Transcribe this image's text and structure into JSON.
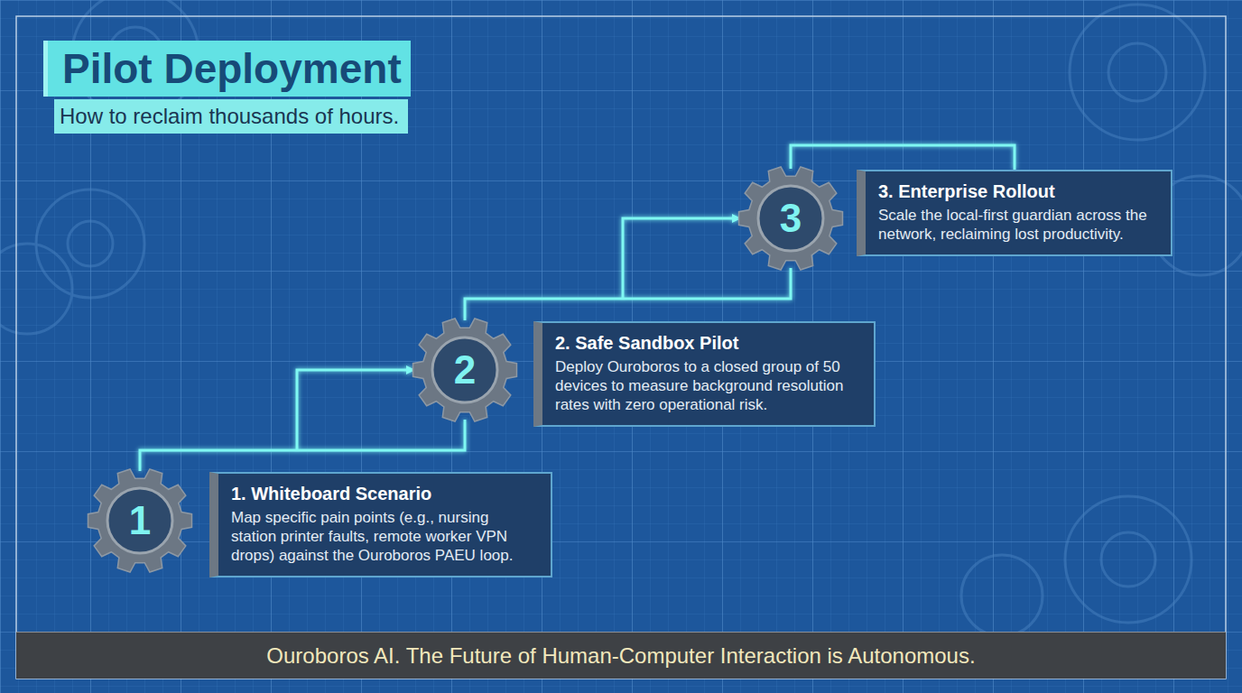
{
  "diagram": {
    "title": "Pilot Deployment",
    "caption": "Ouroboros AI. The Future of Human-Computer Interaction is Autonomous.",
    "nodes": [
      {
        "text": [
          "1"
        ]
      },
      {
        "text": [
          "1. Whiteboard Scenario",
          "Map specific pain points (e.g., nursing station printer faults, remote worker VPN drops) against the Ouroboros PAEU loop."
        ]
      },
      {
        "text": [
          "2"
        ]
      },
      {
        "text": [
          "2. Safe Sandbox Pilot",
          "Deploy Ouroboros to a closed group of 50 devices to measure background resolution rates with zero operational risk."
        ]
      },
      {
        "text": [
          "3"
        ]
      },
      {
        "text": [
          "3. Enterprise Rollout",
          "Scale the local-first guardian across the network, reclaiming lost productivity."
        ]
      }
    ],
    "edges": [
      {
        "from": 0,
        "to": 2,
        "arrow": "to"
      },
      {
        "from": 2,
        "to": 4,
        "arrow": "to"
      },
      {
        "from": 4,
        "to": 5,
        "arrow": "none"
      }
    ],
    "labels": [
      "How to reclaim thousands of hours."
    ]
  }
}
